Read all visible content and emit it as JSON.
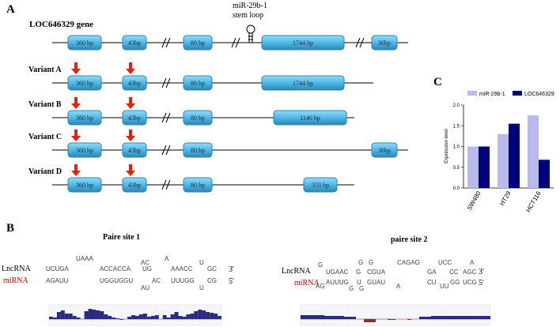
{
  "panels": {
    "a": "A",
    "b": "B",
    "c": "C"
  },
  "gene": {
    "title": "LOC646329 gene",
    "stem_loop_line1": "miR-29b-1",
    "stem_loop_line2": "stem loop",
    "exons": [
      "360 bp",
      "43bp",
      "80 bp",
      "1744 bp",
      "36bp"
    ]
  },
  "variants": [
    {
      "label": "Variant A",
      "exons": [
        "360 bp",
        "43bp",
        "80 bp",
        "1744 bp"
      ]
    },
    {
      "label": "Variant B",
      "exons": [
        "360 bp",
        "43bp",
        "80 bp",
        "1146 bp"
      ]
    },
    {
      "label": "Variant C",
      "exons": [
        "360 bp",
        "43bp",
        "80 bp",
        "36bp"
      ]
    },
    {
      "label": "Variant D",
      "exons": [
        "360 bp",
        "43bp",
        "80 bp",
        "353 bp"
      ]
    }
  ],
  "chart_data": {
    "type": "bar",
    "categories": [
      "SW480",
      "HT29",
      "HCT116"
    ],
    "series": [
      {
        "name": "miR-29b-1",
        "values": [
          1.0,
          1.3,
          1.75
        ],
        "color": "#b9b9ef"
      },
      {
        "name": "LOC646329",
        "values": [
          1.0,
          1.55,
          0.68
        ],
        "color": "#00007a"
      }
    ],
    "ylabel": "Expression level",
    "yticks": [
      "0.0",
      "0.5",
      "1.0",
      "1.5",
      "2.0"
    ],
    "ylim": [
      0,
      2.0
    ],
    "legend": "top"
  },
  "binding": {
    "site1": {
      "title": "Paire site 1",
      "lnc_label": "LncRNA",
      "mir_label": "miRNA",
      "lnc_top": [
        "UAAA",
        "AC",
        "A",
        "U"
      ],
      "lnc_mid": [
        "UCUGA",
        "ACCACCA",
        "UG",
        "AAACC",
        "GC",
        "3'"
      ],
      "mir_mid": [
        "AGAUU",
        "UGGUGGU",
        "AC",
        "UUUGG",
        "CG",
        "5'"
      ],
      "mir_bot": [
        "AU",
        "U"
      ]
    },
    "site2": {
      "title": "paire site 2",
      "lnc_label": "LncRNA",
      "mir_label": "miRNA",
      "lnc_top": [
        "G",
        "G",
        "G",
        "CAGAG",
        "UCC",
        "A"
      ],
      "lnc_mid": [
        "UGAAC",
        "G",
        "CGUA",
        "GA",
        "CC",
        "AGC",
        "3'"
      ],
      "mir_mid": [
        "AG",
        "AUUUG",
        "U",
        "GUAU",
        "CU",
        "UU",
        "GG",
        "UCG",
        "5'"
      ],
      "mir_bot": [
        "G",
        "G",
        "A"
      ]
    }
  },
  "colors": {
    "exon": "#4fb8e6",
    "exon_dark": "#2c86b3",
    "arrow": "#e5200e",
    "mirna_label": "#cc0000",
    "conservation": "#2a2a80",
    "conservation_neg": "#8a3030"
  }
}
